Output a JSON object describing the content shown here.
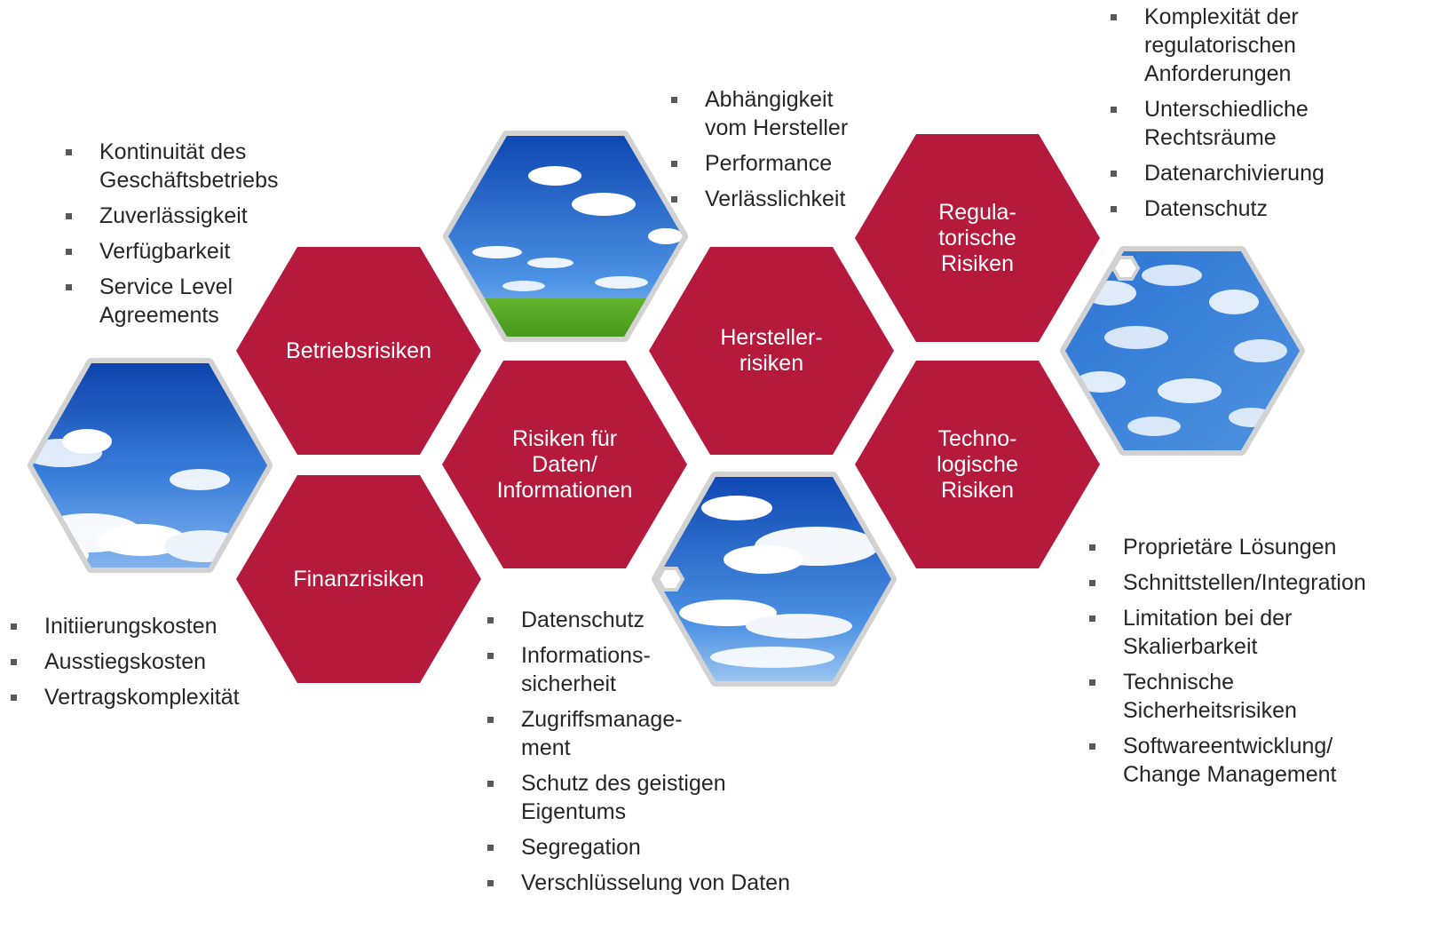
{
  "colors": {
    "hexagon": "#b5193c",
    "frame": "#d2d2d2"
  },
  "hexagons": {
    "betriebsrisiken": "Betriebsrisiken",
    "finanzrisiken": "Finanzrisiken",
    "daten": "Risiken für\nDaten/\nInformationen",
    "hersteller": "Hersteller-\nrisiken",
    "regulatorisch": "Regula-\ntorische\nRisiken",
    "technologisch": "Techno-\nlogische\nRisiken"
  },
  "images": [
    "sky-clouds-photo",
    "sky-meadow-photo",
    "sky-clouds-photo",
    "sky-clouds-photo"
  ],
  "lists": {
    "betrieb": [
      "Kontinuität des\nGeschäftsbetriebs",
      "Zuverlässigkeit",
      "Verfügbarkeit",
      "Service Level\nAgreements"
    ],
    "hersteller": [
      "Abhängigkeit\nvom Hersteller",
      "Performance",
      "Verlässlichkeit"
    ],
    "regulatorisch": [
      "Komplexität der\nregulatorischen\nAnforderungen",
      "Unterschiedliche\nRechtsräume",
      "Datenarchivierung",
      "Datenschutz"
    ],
    "finanz": [
      "Initiierungskosten",
      "Ausstiegskosten",
      "Vertragskomplexität"
    ],
    "daten": [
      "Datenschutz",
      "Informations-\nsicherheit",
      "Zugriffsmanage-\nment",
      "Schutz des geistigen\nEigentums",
      "Segregation",
      "Verschlüsselung von Daten"
    ],
    "technologie": [
      "Proprietäre Lösungen",
      "Schnittstellen/Integration",
      "Limitation bei der\nSkalierbarkeit",
      "Technische\nSicherheitsrisiken",
      "Softwareentwicklung/\nChange Management"
    ]
  }
}
